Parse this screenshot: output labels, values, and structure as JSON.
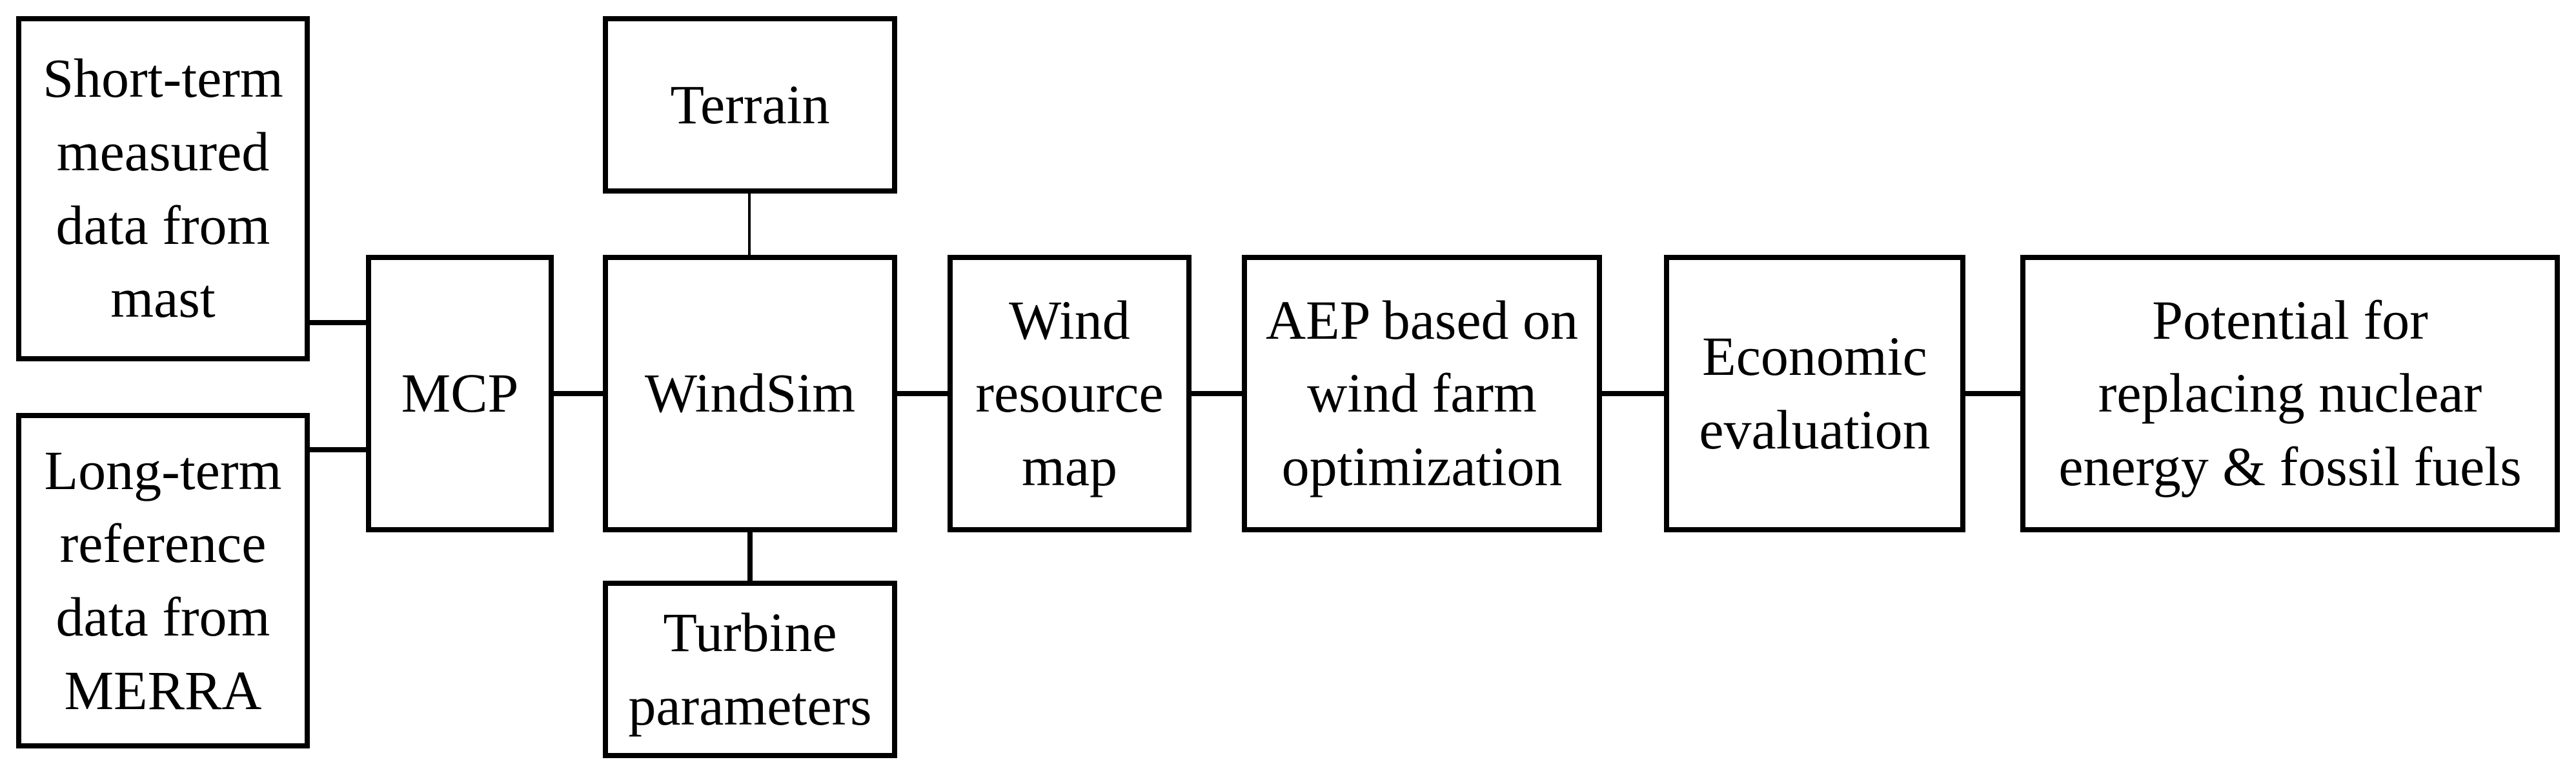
{
  "colors": {
    "line": "#000000",
    "background": "#ffffff",
    "text": "#000000"
  },
  "nodes": [
    {
      "id": "short-term-mast",
      "label": "Short-term\nmeasured\ndata from\nmast"
    },
    {
      "id": "long-term-merra",
      "label": "Long-term\nreference\ndata from\nMERRA"
    },
    {
      "id": "mcp",
      "label": "MCP"
    },
    {
      "id": "terrain",
      "label": "Terrain"
    },
    {
      "id": "windsim",
      "label": "WindSim"
    },
    {
      "id": "turbine-parameters",
      "label": "Turbine\nparameters"
    },
    {
      "id": "wind-resource-map",
      "label": "Wind\nresource\nmap"
    },
    {
      "id": "aep-optimization",
      "label": "AEP based on\nwind farm\noptimization"
    },
    {
      "id": "economic-evaluation",
      "label": "Economic\nevaluation"
    },
    {
      "id": "replacement-potential",
      "label": "Potential for\nreplacing nuclear\nenergy & fossil fuels"
    }
  ],
  "connections": [
    {
      "from": "short-term-mast",
      "to": "mcp"
    },
    {
      "from": "long-term-merra",
      "to": "mcp"
    },
    {
      "from": "mcp",
      "to": "windsim"
    },
    {
      "from": "terrain",
      "to": "windsim"
    },
    {
      "from": "windsim",
      "to": "turbine-parameters"
    },
    {
      "from": "windsim",
      "to": "wind-resource-map"
    },
    {
      "from": "wind-resource-map",
      "to": "aep-optimization"
    },
    {
      "from": "aep-optimization",
      "to": "economic-evaluation"
    },
    {
      "from": "economic-evaluation",
      "to": "replacement-potential"
    }
  ]
}
